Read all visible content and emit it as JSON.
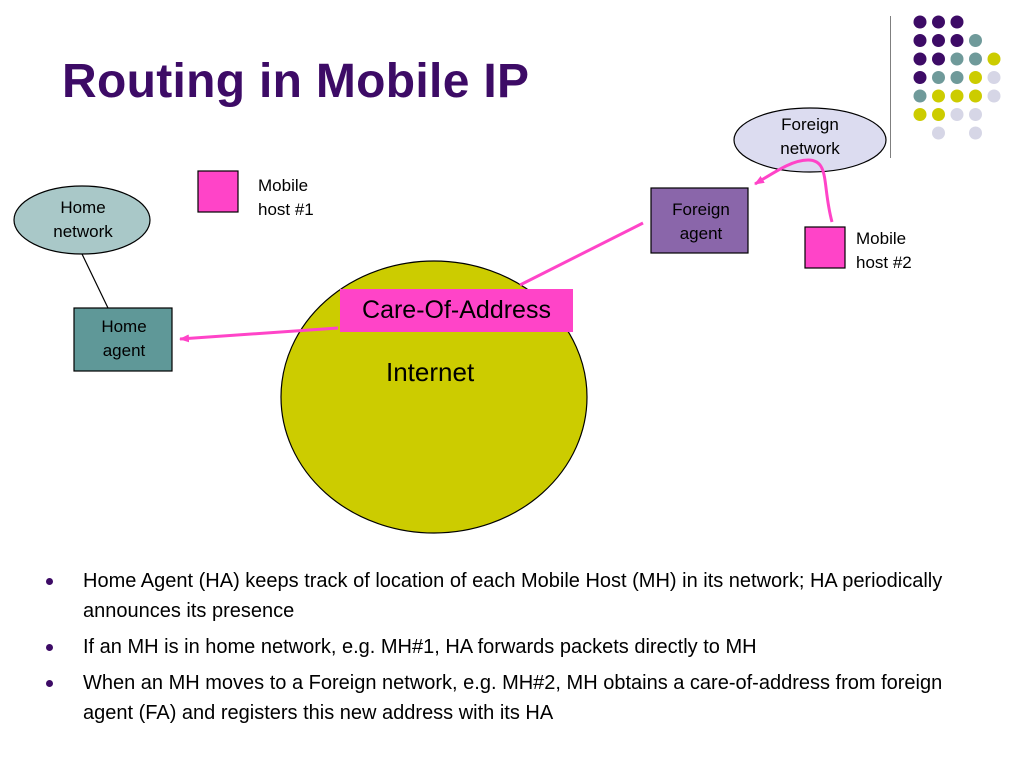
{
  "slide": {
    "title": "Routing in Mobile IP"
  },
  "theme": {
    "title_color": "#3d0b66",
    "dot_colors": [
      "#3d0b66",
      "#6f9a9a",
      "#cccc00",
      "#d6d6e6"
    ],
    "line_color": "#7f7f7f",
    "arrow_color": "#ff44c8",
    "internet_fill": "#cccc00",
    "home_network_fill": "#a9c8c8",
    "foreign_network_fill": "#dcdcf0",
    "home_agent_fill": "#5f9898",
    "foreign_agent_fill": "#8a66aa",
    "host_fill": "#ff44c8",
    "coa_fill": "#ff44c8",
    "text_color": "#000000"
  },
  "diagram": {
    "home_network": "Home network",
    "foreign_network": "Foreign network",
    "home_agent": "Home agent",
    "foreign_agent": "Foreign agent",
    "mobile_host_1": "Mobile host #1",
    "mobile_host_2": "Mobile host #2",
    "care_of_address": "Care-Of-Address",
    "internet": "Internet"
  },
  "bullets": [
    "Home Agent (HA) keeps track of location of each Mobile Host (MH) in its network;  HA periodically announces its presence",
    "If an MH is in home network, e.g. MH#1,  HA forwards packets directly to MH",
    "When an MH moves to a Foreign network, e.g. MH#2, MH obtains a care-of-address from foreign agent (FA) and registers this new address with its HA"
  ]
}
